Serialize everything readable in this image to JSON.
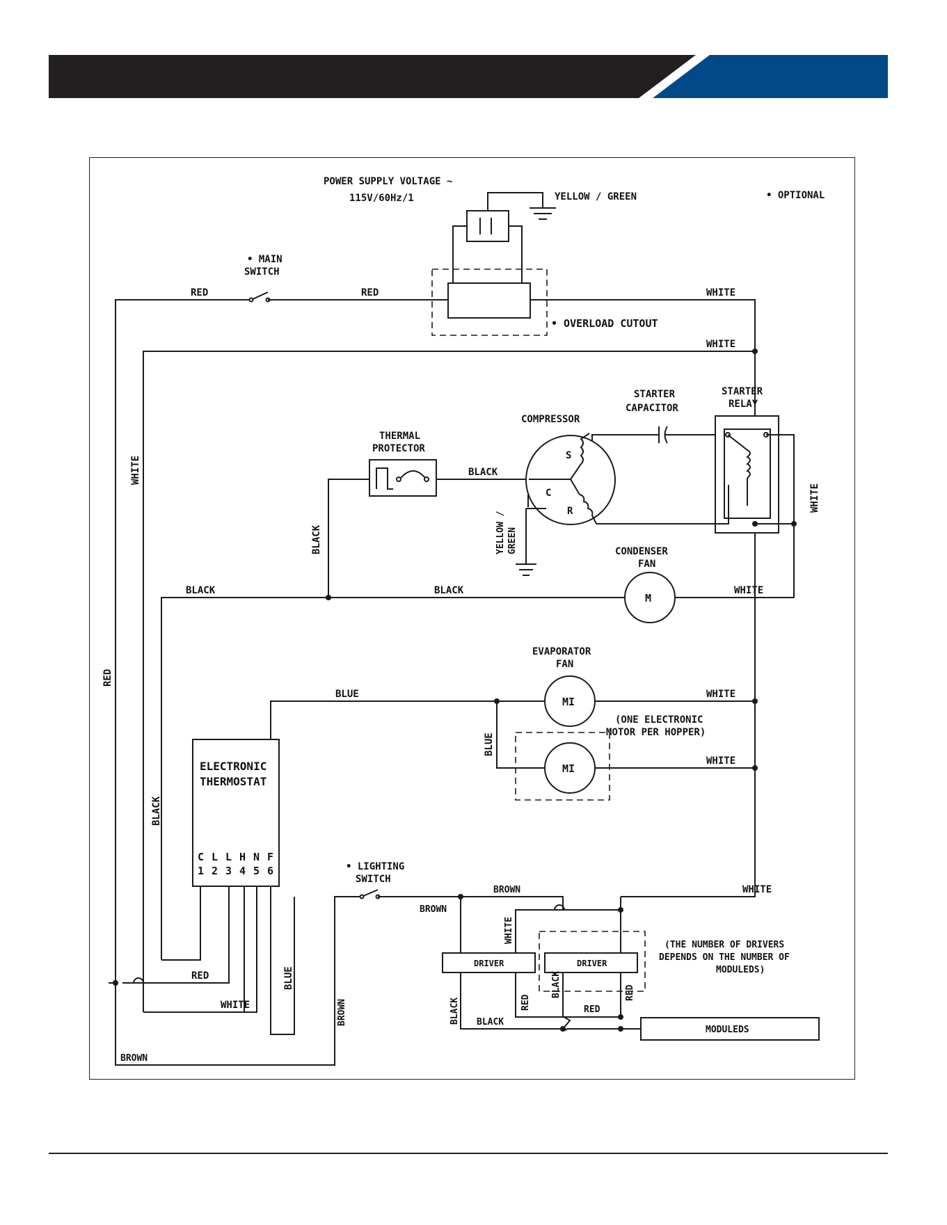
{
  "colors": {
    "header_dark": "#231f20",
    "header_blue": "#004a87",
    "line": "#1a1a1a"
  },
  "header": {
    "title": ""
  },
  "diagram": {
    "power": {
      "label": "POWER SUPPLY VOLTAGE ~",
      "spec": "115V/60Hz/1",
      "ground": "YELLOW / GREEN"
    },
    "optional_note": "• OPTIONAL",
    "main_switch": {
      "line1": "• MAIN",
      "line2": "SWITCH"
    },
    "overload_cutout": "• OVERLOAD CUTOUT",
    "starter_capacitor": {
      "line1": "STARTER",
      "line2": "CAPACITOR"
    },
    "starter_relay": {
      "line1": "STARTER",
      "line2": "RELAY"
    },
    "thermal_protector": {
      "line1": "THERMAL",
      "line2": "PROTECTOR"
    },
    "compressor": {
      "label": "COMPRESSOR",
      "s": "S",
      "c": "C",
      "r": "R",
      "ground_line1": "YELLOW /",
      "ground_line2": "GREEN"
    },
    "condenser_fan": {
      "line1": "CONDENSER",
      "line2": "FAN",
      "motor": "M"
    },
    "evaporator_fan": {
      "line1": "EVAPORATOR",
      "line2": "FAN",
      "motor": "MI",
      "note_line1": "(ONE ELECTRONIC",
      "note_line2": "MOTOR PER HOPPER)"
    },
    "thermostat": {
      "line1": "ELECTRONIC",
      "line2": "THERMOSTAT",
      "terminals": [
        {
          "letter": "C",
          "num": "1"
        },
        {
          "letter": "L",
          "num": "2"
        },
        {
          "letter": "L",
          "num": "3"
        },
        {
          "letter": "H",
          "num": "4"
        },
        {
          "letter": "N",
          "num": "5"
        },
        {
          "letter": "F",
          "num": "6"
        }
      ]
    },
    "lighting_switch": {
      "line1": "• LIGHTING",
      "line2": "SWITCH"
    },
    "driver_label": "DRIVER",
    "drivers_note": {
      "line1": "(THE NUMBER OF DRIVERS",
      "line2": "DEPENDS ON THE NUMBER OF",
      "line3": "MODULEDS)"
    },
    "moduleds": "MODULEDS",
    "wires": {
      "red": "RED",
      "white": "WHITE",
      "black": "BLACK",
      "blue": "BLUE",
      "brown": "BROWN"
    }
  }
}
